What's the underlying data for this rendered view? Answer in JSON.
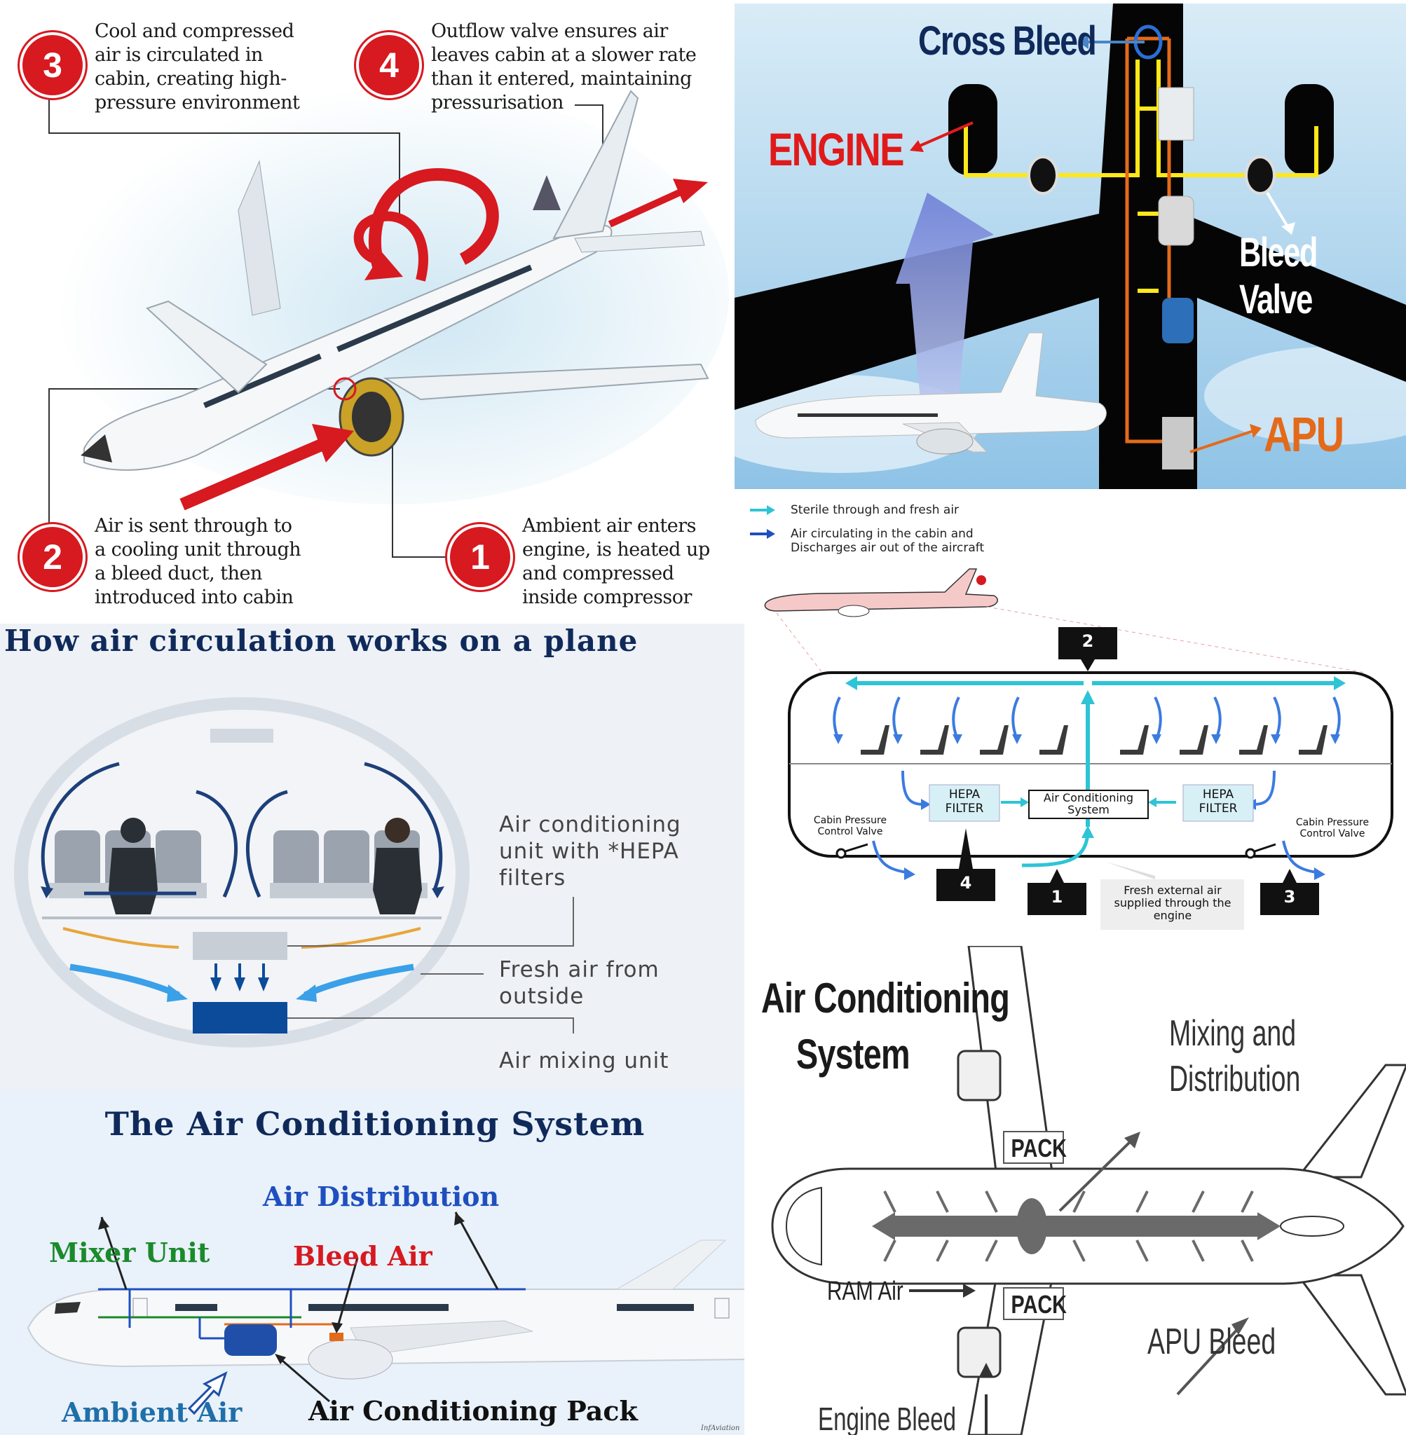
{
  "panel_steps": {
    "step3": {
      "number": "3",
      "text": "Cool and compressed air is circulated in cabin, creating high-pressure environment"
    },
    "step4": {
      "number": "4",
      "text": "Outflow valve ensures air leaves cabin at a slower rate than it entered, maintaining pressurisation"
    },
    "step2": {
      "number": "2",
      "text": "Air is sent through to a cooling unit through a bleed duct, then introduced into cabin"
    },
    "step1": {
      "number": "1",
      "text": "Ambient air enters engine, is heated up and compressed inside compressor"
    }
  },
  "panel_bleed": {
    "cross_bleed": "Cross Bleed",
    "engine": "ENGINE",
    "bleed_valve": "Bleed Valve",
    "apu": "APU"
  },
  "panel_cabin_flow": {
    "legend": [
      {
        "label": "Sterile through and fresh air",
        "color": "#2ec4d6"
      },
      {
        "label": "Air circulating in the cabin and Discharges air out of the aircraft",
        "color": "#1f4fbf"
      }
    ],
    "left_filter": "HEPA FILTER",
    "right_filter": "HEPA FILTER",
    "ac_system": "Air Conditioning System",
    "left_valve": "Cabin Pressure Control Valve",
    "right_valve": "Cabin Pressure Control Valve",
    "fresh_air_note": "Fresh external air supplied through the engine",
    "markers": [
      "1",
      "2",
      "3",
      "4"
    ]
  },
  "panel_circulation": {
    "title": "How air circulation works on a plane",
    "label_ac": "Air conditioning unit with *HEPA filters",
    "label_fresh": "Fresh air from outside",
    "label_mixing": "Air mixing unit"
  },
  "panel_ac_system": {
    "title": "The Air Conditioning System",
    "air_distribution": "Air Distribution",
    "mixer_unit": "Mixer Unit",
    "bleed_air": "Bleed Air",
    "ambient_air": "Ambient Air",
    "ac_pack": "Air Conditioning Pack",
    "credit": "InfAviation"
  },
  "panel_topview": {
    "title_line1": "Air Conditioning",
    "title_line2": "System",
    "mixing_line1": "Mixing and",
    "mixing_line2": "Distribution",
    "pack_top": "PACK",
    "pack_bottom": "PACK",
    "ram_air": "RAM Air",
    "apu_bleed": "APU Bleed",
    "engine_bleed": "Engine Bleed"
  },
  "colors": {
    "red": "#d71920",
    "navy": "#0f2a5a",
    "cyan": "#2ec4d6",
    "blue": "#1f4fbf",
    "orange": "#e36a1a",
    "green": "#1a8a2a"
  }
}
